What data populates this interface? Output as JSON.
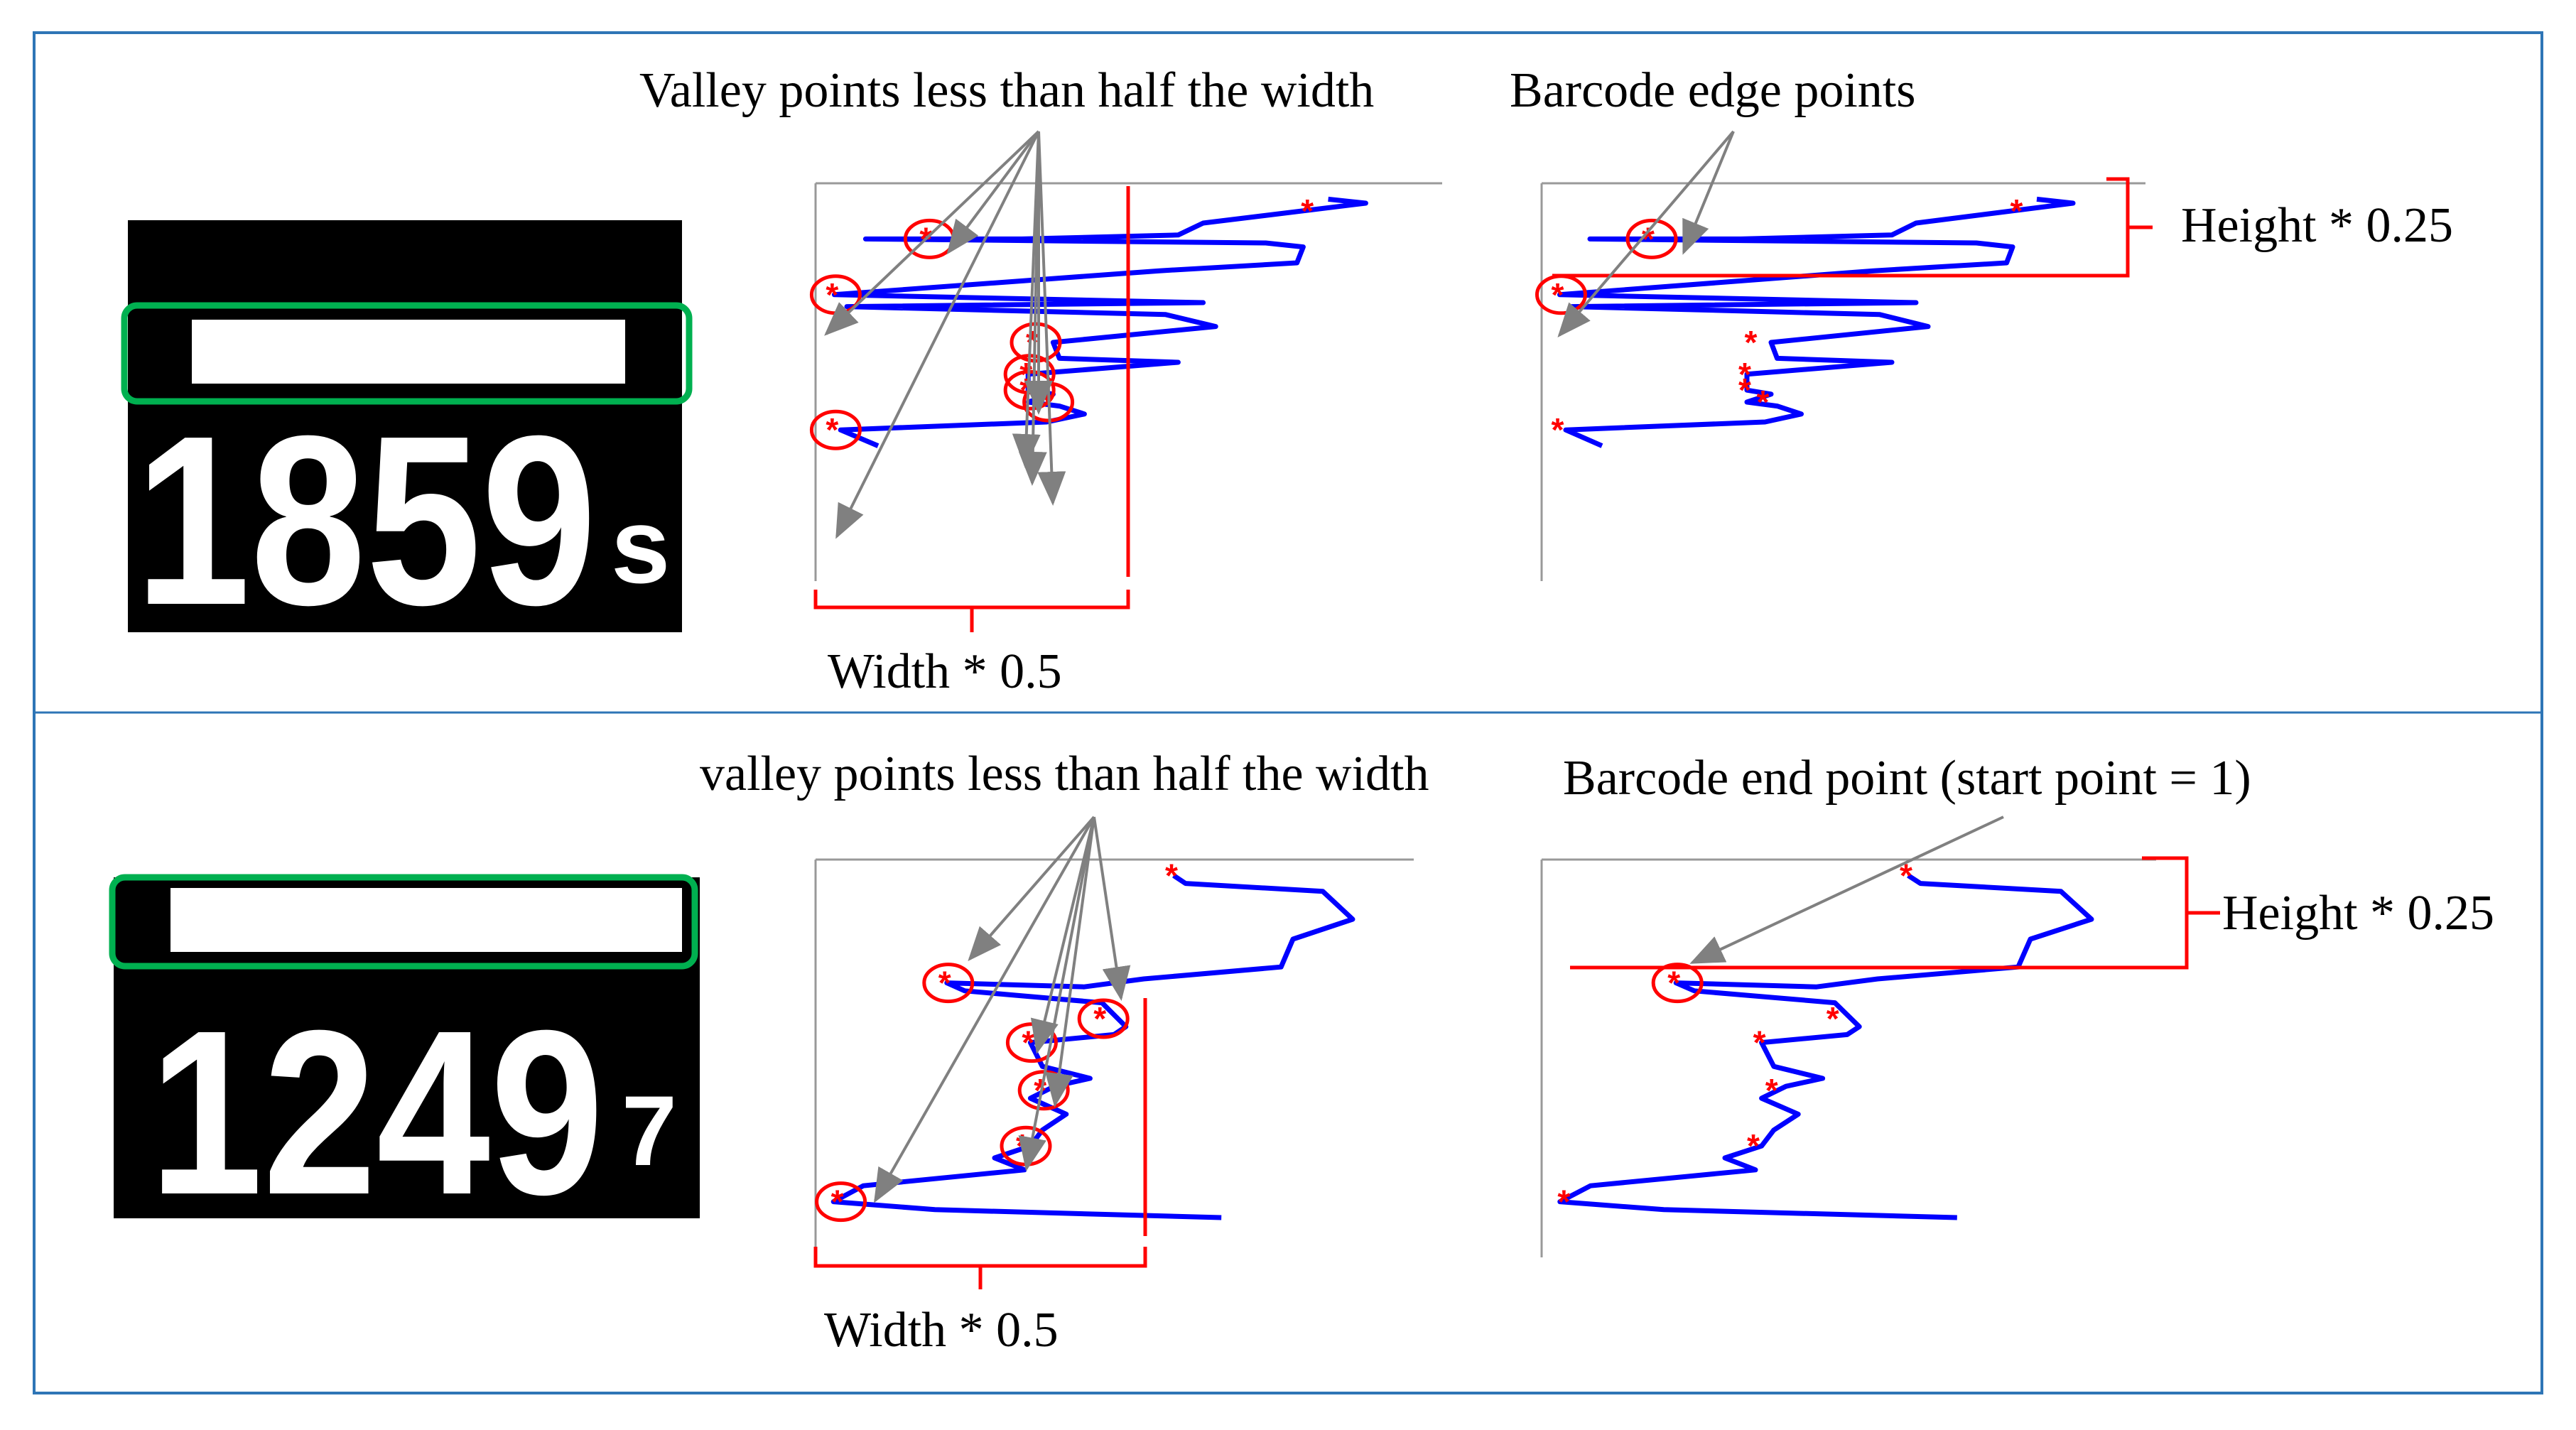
{
  "colors": {
    "frame": "#2e75b6",
    "curve": "#0000ff",
    "marker": "#ff0000",
    "box": "#00b050",
    "arrow": "#808080"
  },
  "panels": [
    {
      "id": "top",
      "image_text": "1859",
      "image_suffix": "s",
      "labels": {
        "valley": "Valley points less than half the width",
        "edge": "Barcode edge points",
        "width": "Width * 0.5",
        "height": "Height * 0.25"
      },
      "profile": [
        [
          0.82,
          0.04
        ],
        [
          0.88,
          0.05
        ],
        [
          0.62,
          0.1
        ],
        [
          0.58,
          0.13
        ],
        [
          0.33,
          0.14
        ],
        [
          0.08,
          0.14
        ],
        [
          0.72,
          0.15
        ],
        [
          0.78,
          0.16
        ],
        [
          0.77,
          0.2
        ],
        [
          0.55,
          0.22
        ],
        [
          0.03,
          0.28
        ],
        [
          0.62,
          0.3
        ],
        [
          0.05,
          0.31
        ],
        [
          0.56,
          0.33
        ],
        [
          0.64,
          0.36
        ],
        [
          0.38,
          0.4
        ],
        [
          0.39,
          0.44
        ],
        [
          0.58,
          0.45
        ],
        [
          0.34,
          0.48
        ],
        [
          0.34,
          0.52
        ],
        [
          0.38,
          0.53
        ],
        [
          0.34,
          0.55
        ],
        [
          0.39,
          0.56
        ],
        [
          0.43,
          0.58
        ],
        [
          0.37,
          0.6
        ],
        [
          0.04,
          0.62
        ],
        [
          0.1,
          0.66
        ]
      ],
      "valleys": [
        [
          0.79,
          0.07
        ],
        [
          0.18,
          0.14
        ],
        [
          0.03,
          0.28
        ],
        [
          0.35,
          0.4
        ],
        [
          0.34,
          0.48
        ],
        [
          0.34,
          0.52
        ],
        [
          0.37,
          0.55
        ],
        [
          0.03,
          0.62
        ]
      ],
      "valleys_circled": [
        1,
        2,
        3,
        4,
        5,
        6,
        7
      ],
      "edges_circled": [
        1,
        2
      ],
      "guide": "vertical"
    },
    {
      "id": "bottom",
      "image_text": "1249",
      "image_suffix": "7",
      "labels": {
        "valley": "valley points less than half the width",
        "end": "Barcode end point (start point = 1)",
        "width": "Width * 0.5",
        "height": "Height * 0.25"
      },
      "profile": [
        [
          0.6,
          0.04
        ],
        [
          0.62,
          0.06
        ],
        [
          0.85,
          0.08
        ],
        [
          0.9,
          0.15
        ],
        [
          0.8,
          0.2
        ],
        [
          0.78,
          0.27
        ],
        [
          0.55,
          0.3
        ],
        [
          0.45,
          0.32
        ],
        [
          0.22,
          0.31
        ],
        [
          0.25,
          0.33
        ],
        [
          0.48,
          0.36
        ],
        [
          0.52,
          0.42
        ],
        [
          0.5,
          0.44
        ],
        [
          0.36,
          0.46
        ],
        [
          0.38,
          0.52
        ],
        [
          0.46,
          0.55
        ],
        [
          0.4,
          0.57
        ],
        [
          0.36,
          0.6
        ],
        [
          0.42,
          0.64
        ],
        [
          0.38,
          0.68
        ],
        [
          0.36,
          0.72
        ],
        [
          0.3,
          0.75
        ],
        [
          0.35,
          0.78
        ],
        [
          0.08,
          0.82
        ],
        [
          0.03,
          0.86
        ],
        [
          0.2,
          0.88
        ],
        [
          0.68,
          0.9
        ]
      ],
      "valleys": [
        [
          0.6,
          0.04
        ],
        [
          0.22,
          0.31
        ],
        [
          0.48,
          0.4
        ],
        [
          0.36,
          0.46
        ],
        [
          0.38,
          0.58
        ],
        [
          0.35,
          0.72
        ],
        [
          0.04,
          0.86
        ]
      ],
      "valleys_circled": [
        1,
        2,
        3,
        4,
        5,
        6
      ],
      "edges_circled": [
        1
      ],
      "guide": "vertical"
    }
  ]
}
